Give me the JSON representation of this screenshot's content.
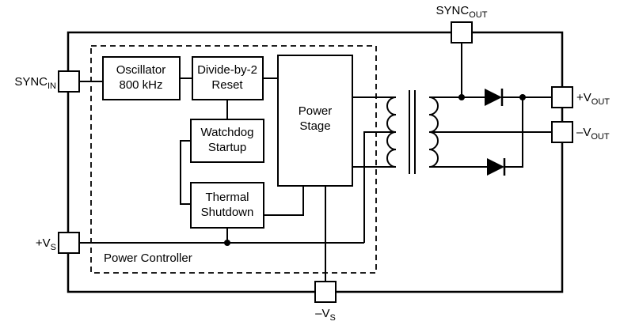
{
  "diagram": {
    "blocks": {
      "oscillator": {
        "line1": "Oscillator",
        "line2": "800 kHz"
      },
      "divide_by_2": {
        "line1": "Divide-by-2",
        "line2": "Reset"
      },
      "watchdog": {
        "line1": "Watchdog",
        "line2": "Startup"
      },
      "thermal": {
        "line1": "Thermal",
        "line2": "Shutdown"
      },
      "power_stage": {
        "line1": "Power",
        "line2": "Stage"
      },
      "power_controller": {
        "label": "Power Controller"
      }
    },
    "pins": {
      "sync_in": {
        "name": "SYNC",
        "sub": "IN"
      },
      "sync_out": {
        "name": "SYNC",
        "sub": "OUT"
      },
      "vs_pos": {
        "name": "+V",
        "sub": "S"
      },
      "vs_neg": {
        "name": "–V",
        "sub": "S"
      },
      "vout_pos": {
        "name": "+V",
        "sub": "OUT"
      },
      "vout_neg": {
        "name": "–V",
        "sub": "OUT"
      }
    },
    "colors": {
      "line": "#000000",
      "fill": "#ffffff",
      "diode_fill": "#000000"
    }
  }
}
